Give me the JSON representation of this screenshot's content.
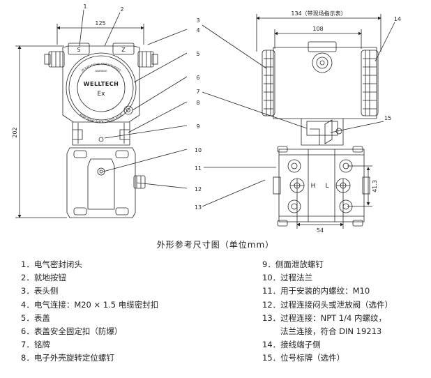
{
  "caption": "外形参考尺寸图（单位mm）",
  "dimensions": {
    "front_width": "125",
    "front_height": "202",
    "side_total_width": "134（带现场指示表）",
    "side_body_width": "108",
    "flange_height": "41.3",
    "flange_spacing": "54"
  },
  "callouts": [
    "1",
    "2",
    "3",
    "4",
    "5",
    "6",
    "7",
    "8",
    "9",
    "10",
    "11",
    "12",
    "13",
    "14",
    "15"
  ],
  "markings": {
    "brand": "WELLTECH",
    "ex": "Ex",
    "ring_top": "IN EXPLOSIVE ATMOSPHERES",
    "ring_bottom": "KEEP TIGHT WHEN CIRCUIT ALIVE",
    "warning": "WARNING",
    "s": "S",
    "z": "Z",
    "h": "H",
    "l": "L"
  },
  "legend_left": [
    {
      "text": "1．电气密封闭头"
    },
    {
      "text": "2．就地按钮"
    },
    {
      "text": "3．表头侧"
    },
    {
      "text": "4．电气连接：M20 × 1.5 电缆密封扣"
    },
    {
      "text": "5．表盖"
    },
    {
      "text": "6．表盖安全固定扣（防爆）"
    },
    {
      "text": "7．铭牌"
    },
    {
      "text": "8．电子外壳旋转定位螺钉"
    }
  ],
  "legend_right": [
    {
      "text": "9．侧面泄放螺钉"
    },
    {
      "text": "10．过程法兰"
    },
    {
      "text": "11．用于安装的内螺纹：M10"
    },
    {
      "text": "12．过程连接闷头或泄放阀（选件）"
    },
    {
      "text": "13．过程连接：NPT 1/4 内螺纹，",
      "cont": "法兰连接，符合 DIN 19213"
    },
    {
      "text": "14．接线端子侧"
    },
    {
      "text": "15．位号标牌（选件）"
    }
  ]
}
